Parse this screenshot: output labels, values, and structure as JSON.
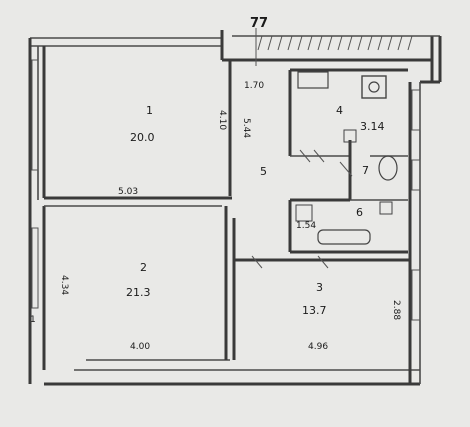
{
  "plan": {
    "building_number": "77",
    "rooms": [
      {
        "id": "1",
        "area": "20.0"
      },
      {
        "id": "2",
        "area": "21.3"
      },
      {
        "id": "3",
        "area": "13.7"
      },
      {
        "id": "4",
        "area": "3.14"
      },
      {
        "id": "5",
        "area": ""
      },
      {
        "id": "6",
        "area": ""
      },
      {
        "id": "7",
        "area": ""
      }
    ],
    "dimensions": {
      "d1": "1.70",
      "d2": "4.10",
      "d3": "5.44",
      "d4": "5.03",
      "d5": "4.34",
      "d6": "4.00",
      "d7": "4.96",
      "d8": "2.88",
      "d9": "1.54",
      "d10": "1"
    }
  }
}
